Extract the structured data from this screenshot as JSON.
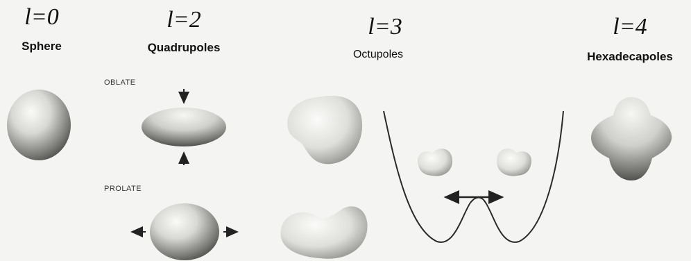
{
  "columns": [
    {
      "l_label": "l=0",
      "name": "Sphere"
    },
    {
      "l_label": "l=2",
      "name": "Quadrupoles"
    },
    {
      "l_label": "l=3",
      "name": "Octupoles"
    },
    {
      "l_label": "l=4",
      "name": "Hexadecapoles"
    }
  ],
  "deformations": {
    "oblate": "OBLATE",
    "prolate": "PROLATE"
  },
  "colors": {
    "shape_light": "#f2f2ef",
    "shape_dark": "#4a4a48",
    "line": "#2a2a2a",
    "background": "#f4f4f2"
  }
}
